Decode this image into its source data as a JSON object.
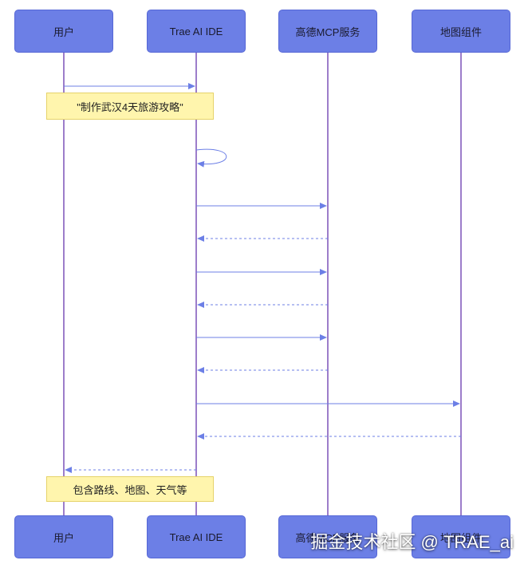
{
  "participants": [
    {
      "id": "user",
      "label": "用户"
    },
    {
      "id": "ide",
      "label": "Trae AI IDE"
    },
    {
      "id": "amap",
      "label": "高德MCP服务"
    },
    {
      "id": "map",
      "label": "地图组件"
    }
  ],
  "notes": {
    "request": "\"制作武汉4天旅游攻略\"",
    "result": "包含路线、地图、天气等"
  },
  "messages": [
    {
      "from": "user",
      "to": "ide",
      "style": "solid"
    },
    {
      "from": "ide",
      "to": "ide",
      "style": "solid"
    },
    {
      "from": "ide",
      "to": "amap",
      "style": "solid"
    },
    {
      "from": "amap",
      "to": "ide",
      "style": "dashed"
    },
    {
      "from": "ide",
      "to": "amap",
      "style": "solid"
    },
    {
      "from": "amap",
      "to": "ide",
      "style": "dashed"
    },
    {
      "from": "ide",
      "to": "amap",
      "style": "solid"
    },
    {
      "from": "amap",
      "to": "ide",
      "style": "dashed"
    },
    {
      "from": "ide",
      "to": "map",
      "style": "solid"
    },
    {
      "from": "map",
      "to": "ide",
      "style": "dashed"
    },
    {
      "from": "ide",
      "to": "user",
      "style": "dashed"
    }
  ],
  "watermark": "掘金技术社区 @ TRAE_ai",
  "colors": {
    "actor_fill": "#6c7fe6",
    "lifeline": "#7b52b8",
    "arrow": "#6c7fe6",
    "note_fill": "#fff5ad"
  }
}
